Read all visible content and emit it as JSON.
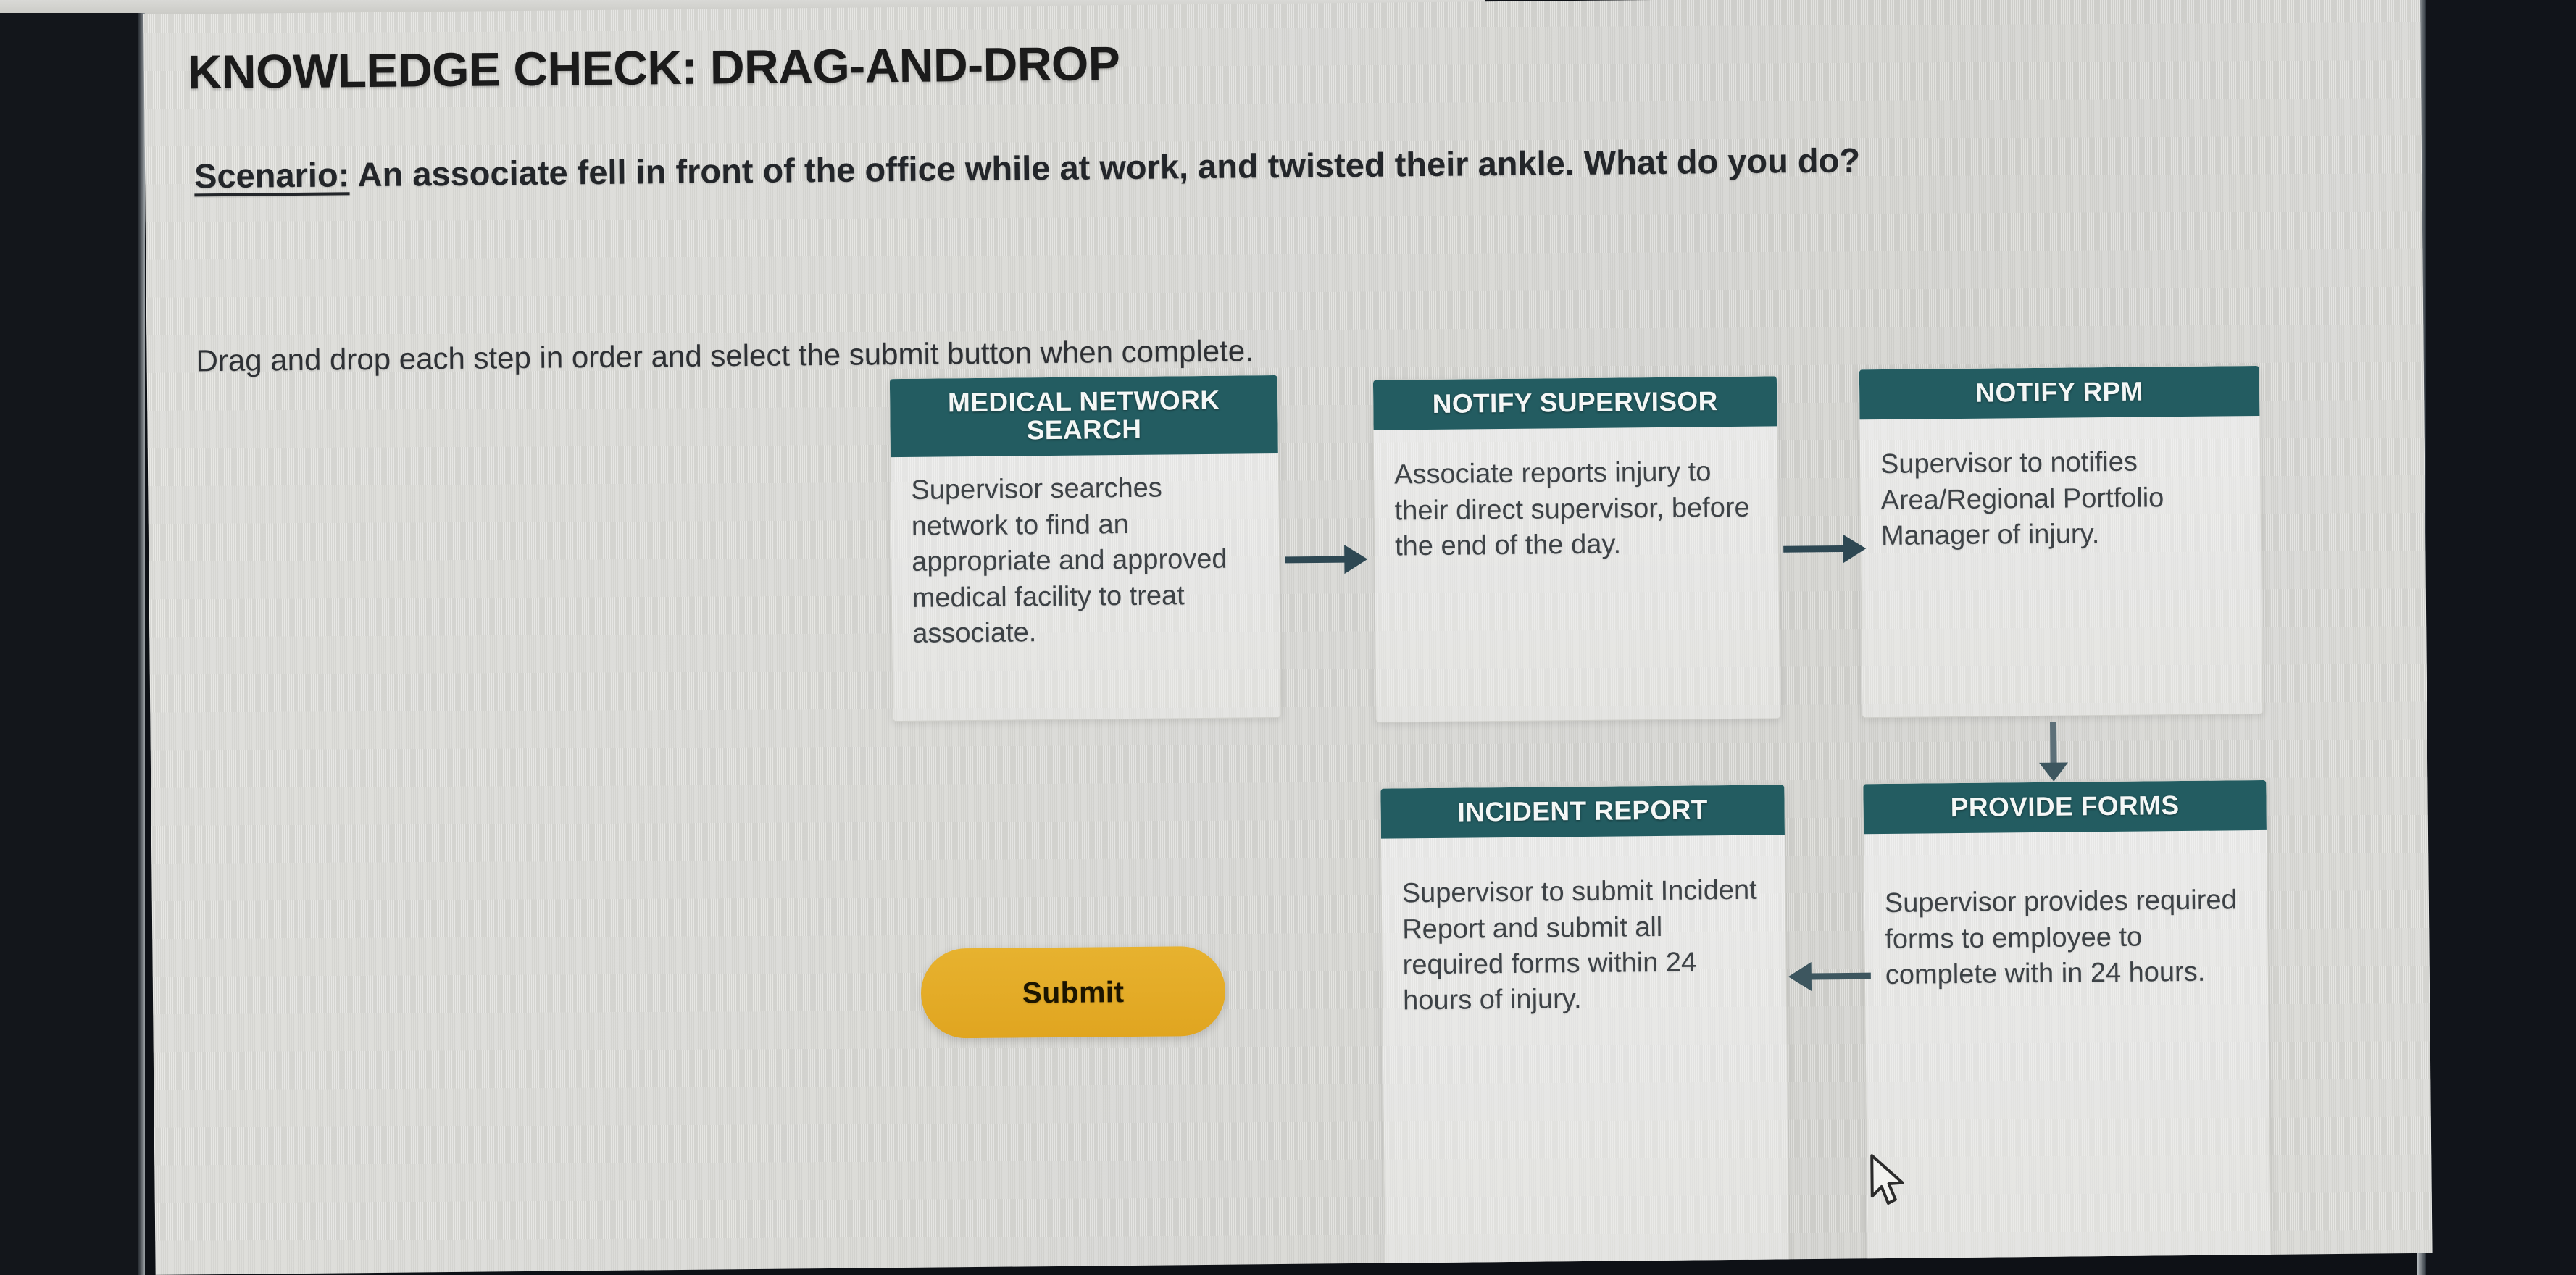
{
  "title": "KNOWLEDGE CHECK: DRAG-AND-DROP",
  "scenario": {
    "label": "Scenario:",
    "text": "An associate fell in front of the office while at work, and twisted their ankle.  What do you do?"
  },
  "instruction": "Drag and drop each step in order and select the submit button when complete.",
  "colors": {
    "card_header_teal": "#235c61",
    "submit_amber": "#e2a825",
    "page_background": "#d9d9d5",
    "arrow": "#2e4853",
    "body_text": "#3d4246"
  },
  "cards": [
    {
      "id": "medical-network-search",
      "title": "MEDICAL NETWORK SEARCH",
      "body": "Supervisor searches network to find an appropriate and approved medical facility to treat associate."
    },
    {
      "id": "notify-supervisor",
      "title": "NOTIFY SUPERVISOR",
      "body": "Associate reports injury to their direct supervisor, before the end of the day."
    },
    {
      "id": "notify-rpm",
      "title": "NOTIFY RPM",
      "body": "Supervisor to notifies Area/Regional Portfolio Manager of injury."
    },
    {
      "id": "incident-report",
      "title": "INCIDENT REPORT",
      "body": "Supervisor to submit Incident Report and submit all required forms within 24 hours of injury."
    },
    {
      "id": "provide-forms",
      "title": "PROVIDE FORMS",
      "body": "Supervisor provides required forms to employee to complete with in 24 hours."
    }
  ],
  "arrows": [
    {
      "id": "arrow-right-1",
      "direction": "right"
    },
    {
      "id": "arrow-right-2",
      "direction": "right"
    },
    {
      "id": "arrow-down-1",
      "direction": "down"
    },
    {
      "id": "arrow-left-1",
      "direction": "left"
    }
  ],
  "submit": {
    "label": "Submit"
  }
}
